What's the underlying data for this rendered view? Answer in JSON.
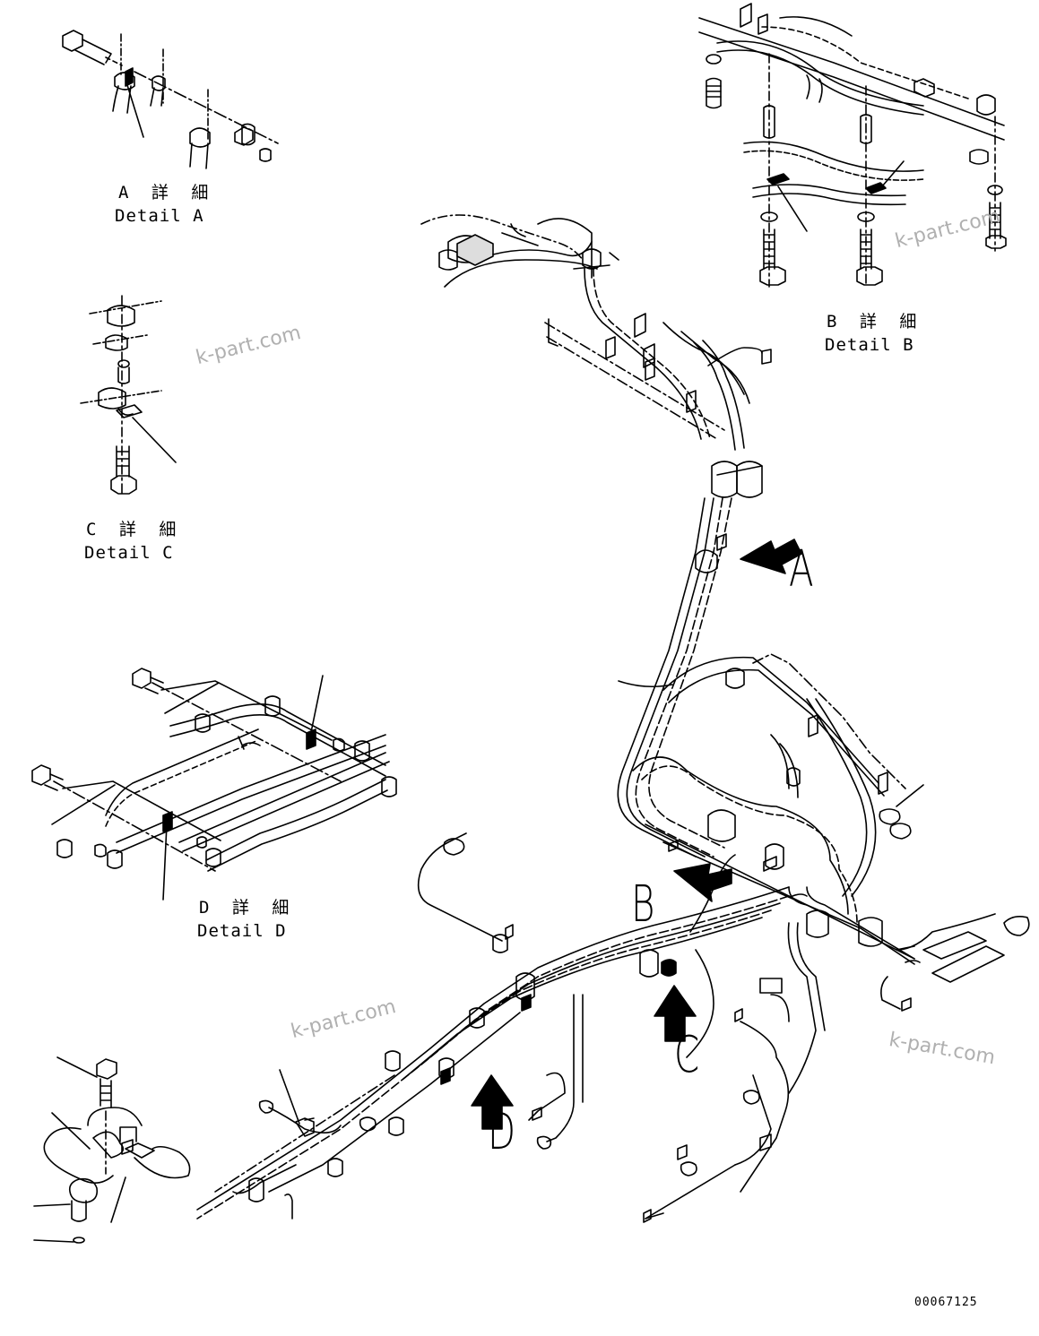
{
  "details": {
    "a": {
      "jp": "A 詳 細",
      "en": "Detail A"
    },
    "b": {
      "jp": "B 詳 細",
      "en": "Detail B"
    },
    "c": {
      "jp": "C 詳 細",
      "en": "Detail C"
    },
    "d": {
      "jp": "D 詳 細",
      "en": "Detail D"
    }
  },
  "arrows": {
    "a": "A",
    "b": "B",
    "c": "C",
    "d": "D"
  },
  "watermark": "k-part.com",
  "drawing_code": "00067125"
}
